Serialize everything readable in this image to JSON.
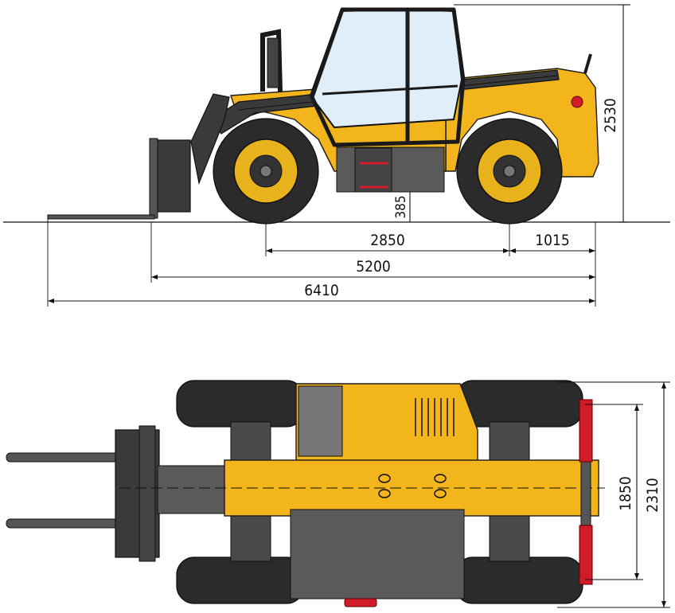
{
  "dimensions": {
    "overall_height": "2530",
    "ground_clearance": "385",
    "wheelbase": "2850",
    "rear_overhang": "1015",
    "length_to_carriage": "5200",
    "overall_length": "6410",
    "track_width": "1850",
    "overall_width": "2310"
  },
  "colors": {
    "body": "#f2b51c",
    "dark": "#3a3a3a",
    "tyre": "#2b2b2b",
    "accent_red": "#d01c28",
    "glass": "#dfeef8"
  }
}
